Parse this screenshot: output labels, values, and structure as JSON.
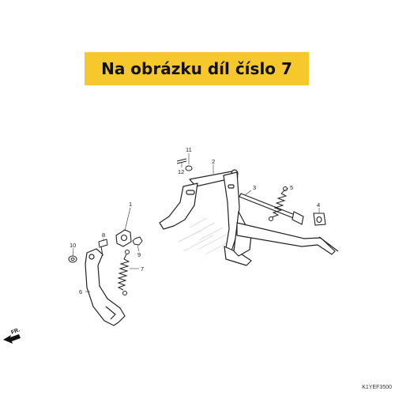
{
  "banner": {
    "text": "Na obrázku díl číslo 7",
    "background": "#f7c82b"
  },
  "callouts": [
    "1",
    "2",
    "3",
    "4",
    "5",
    "6",
    "7",
    "8",
    "9",
    "10",
    "11",
    "12"
  ],
  "front_marker": {
    "label": "FR."
  },
  "diagram_code": "K1YEF3500"
}
